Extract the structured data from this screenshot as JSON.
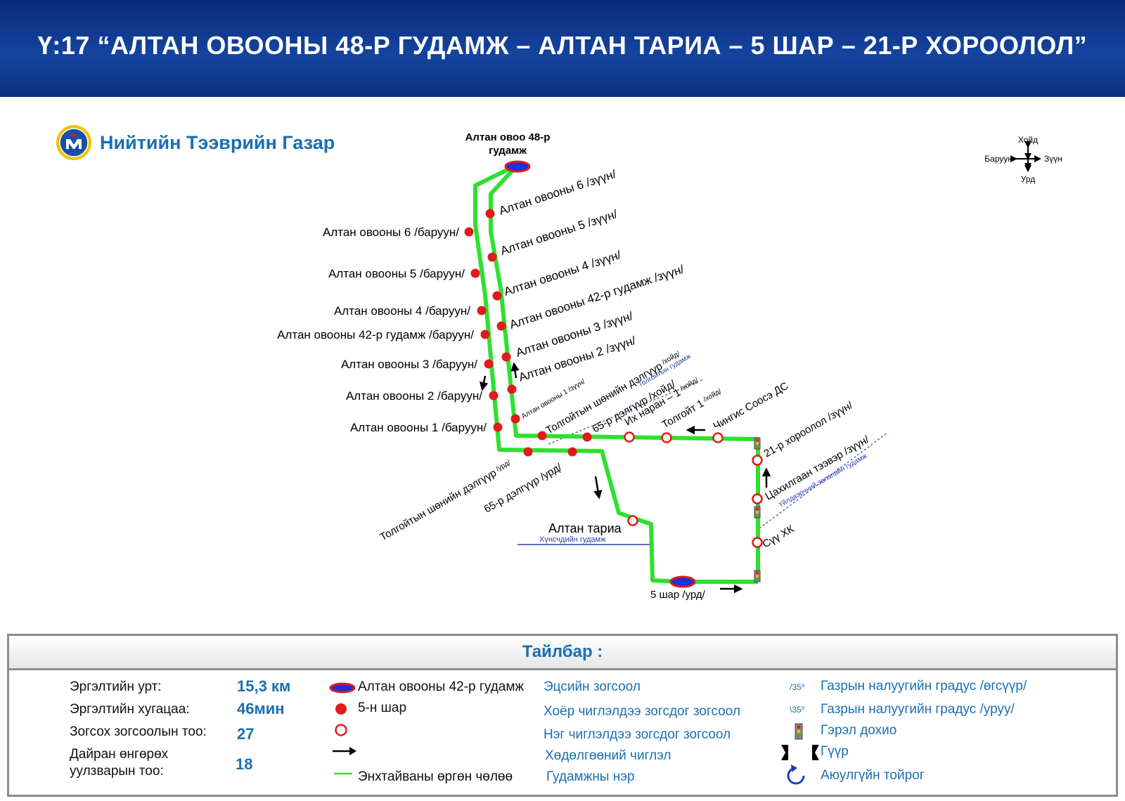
{
  "header": {
    "title": "Ү:17 “АЛТАН ОВООНЫ 48-Р ГУДАМЖ – АЛТАН ТАРИА – 5 ШАР – 21-Р ХОРООЛОЛ”"
  },
  "org": {
    "name": "Нийтийн Тээврийн Газар"
  },
  "compass": {
    "north": "Хойд",
    "south": "Урд",
    "west": "Баруун",
    "east": "Зүүн"
  },
  "colors": {
    "header_bg": "#0c2f80",
    "route": "#2fe02f",
    "stop": "#e01b1b",
    "terminal_fill": "#1d2fd6",
    "terminal_ring": "#e01b1b",
    "accent": "#1a6fb3"
  },
  "map": {
    "terminal_top": "Алтан овоо 48-р гудамж",
    "terminal_bottom": "5 шар /урд/",
    "landmark": "Алтан тариа",
    "west_stops": [
      "Алтан овооны 6 /баруун/",
      "Алтан овооны 5 /баруун/",
      "Алтан овооны 4 /баруун/",
      "Алтан овооны 42-р гудамж /баруун/",
      "Алтан овооны 3 /баруун/",
      "Алтан овооны 2 /баруун/",
      "Алтан овооны 1 /баруун/"
    ],
    "east_stops": [
      "Алтан овооны 6 /зүүн/",
      "Алтан овооны 5 /зүүн/",
      "Алтан овооны 4 /зүүн/",
      "Алтан овооны 42-р гудамж /зүүн/",
      "Алтан овооны 3 /зүүн/",
      "Алтан овооны 2 /зүүн/",
      "Алтан овооны 1 /зүүн/"
    ],
    "north_road_stops": [
      {
        "name": "Толгойтын шөнийн дэлгүүр",
        "suffix": "/хойд/"
      },
      {
        "name": "65-р дэлгүүр  /хойд/",
        "suffix": ""
      },
      {
        "name": "Их наран – 1",
        "suffix": "/хойд/"
      },
      {
        "name": "Толгойт 1",
        "suffix": "/хойд/"
      },
      {
        "name": "Чингис Соосэ ДС",
        "suffix": ""
      }
    ],
    "south_road_stops": [
      {
        "name": "Толгойтын шөнийн дэлгүүр",
        "suffix": "/урд/"
      },
      {
        "name": "65-р дэлгүүр  /урд/",
        "suffix": ""
      }
    ],
    "right_stops": [
      "21-р хороолол /зүүн/",
      "Цахилгаан тээвэр /зүүн/",
      "Сүү ХК"
    ],
    "streets": [
      "Толгойтын гудамж",
      "Хүнсчдийн гудамж",
      "Үйлдвэрчний эвлэлийн гудамж"
    ]
  },
  "legend": {
    "title": "Тайлбар :",
    "stats": [
      {
        "label": "Эргэлтийн урт:",
        "value": "15,3 км"
      },
      {
        "label": "Эргэлтийн хугацаа:",
        "value": "46мин"
      },
      {
        "label": "Зогсох зогсоолын тоо:",
        "value": "27"
      },
      {
        "label_line1": "Дайран өнгөрөх",
        "label_line2": "уулзварын тоо:",
        "value": "18"
      }
    ],
    "symbols": [
      {
        "icon": "terminal-stop-icon",
        "text": "Алтан овооны 42-р гудамж",
        "meaning": "Эцсийн зогсоол"
      },
      {
        "icon": "two-way-stop-icon",
        "text": "5-н шар",
        "meaning": "Хоёр чиглэлдээ зогсдог зогсоол"
      },
      {
        "icon": "one-way-stop-icon",
        "text": "",
        "meaning": "Нэг чиглэлдээ зогсдог зогсоол"
      },
      {
        "icon": "direction-arrow-icon",
        "text": "",
        "meaning": "Хөдөлгөөний чиглэл"
      },
      {
        "icon": "route-line-icon",
        "text": "Энхтайваны өргөн чөлөө",
        "meaning": "Гудамжны нэр"
      }
    ],
    "extras": [
      {
        "icon": "slope-up-icon",
        "glyph": "/35⁰",
        "text": "Газрын налуугийн градус /өгсүүр/"
      },
      {
        "icon": "slope-down-icon",
        "glyph": "\\35⁰",
        "text": "Газрын налуугийн градус /уруу/"
      },
      {
        "icon": "traffic-light-icon",
        "glyph": "",
        "text": "Гэрэл дохио"
      },
      {
        "icon": "bridge-icon",
        "glyph": "",
        "text": "Гүүр"
      },
      {
        "icon": "roundabout-icon",
        "glyph": "",
        "text": "Аюулгүйн тойрог"
      }
    ]
  }
}
